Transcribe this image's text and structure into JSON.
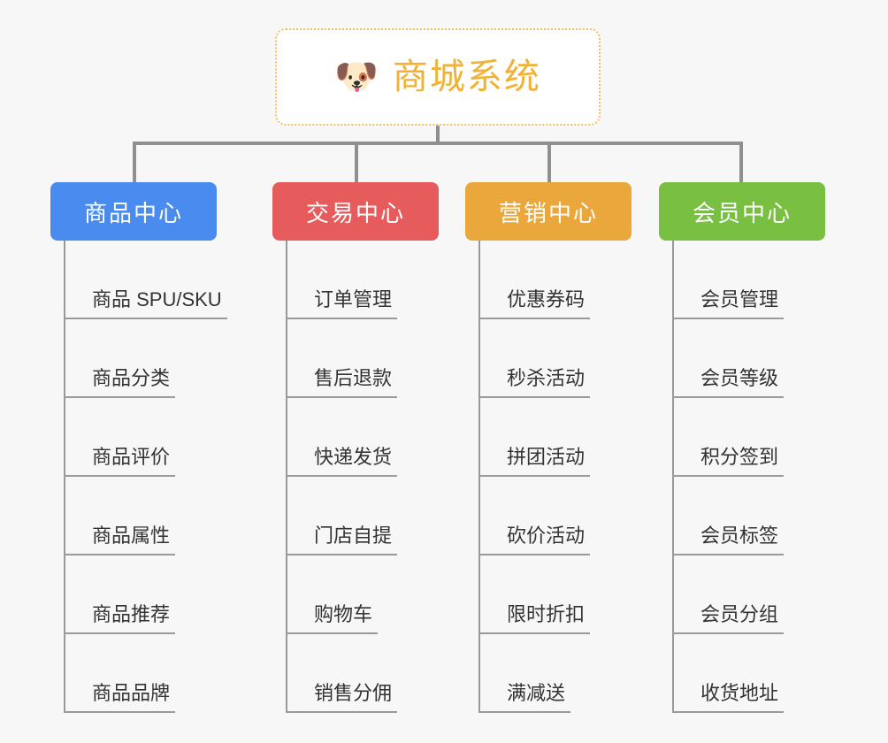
{
  "page": {
    "background_color": "#f7f7f7",
    "line_color": "#8f8f8f",
    "leaf_line_color": "#9a9a9a",
    "leaf_text_color": "#333333"
  },
  "root": {
    "icon": "dog-face-emoji",
    "icon_glyph": "🐶",
    "title": "商城系统",
    "title_color": "#f2b134",
    "border_color": "#f0c060",
    "background_color": "#ffffff"
  },
  "columns": [
    {
      "id": "product-center",
      "label": "商品中心",
      "color": "#4a8bf0",
      "items": [
        "商品 SPU/SKU",
        "商品分类",
        "商品评价",
        "商品属性",
        "商品推荐",
        "商品品牌"
      ]
    },
    {
      "id": "trade-center",
      "label": "交易中心",
      "color": "#e65c5c",
      "items": [
        "订单管理",
        "售后退款",
        "快递发货",
        "门店自提",
        "购物车",
        "销售分佣"
      ]
    },
    {
      "id": "marketing-center",
      "label": "营销中心",
      "color": "#eaa83c",
      "items": [
        "优惠券码",
        "秒杀活动",
        "拼团活动",
        "砍价活动",
        "限时折扣",
        "满减送"
      ]
    },
    {
      "id": "member-center",
      "label": "会员中心",
      "color": "#79c042",
      "items": [
        "会员管理",
        "会员等级",
        "积分签到",
        "会员标签",
        "会员分组",
        "收货地址"
      ]
    }
  ]
}
